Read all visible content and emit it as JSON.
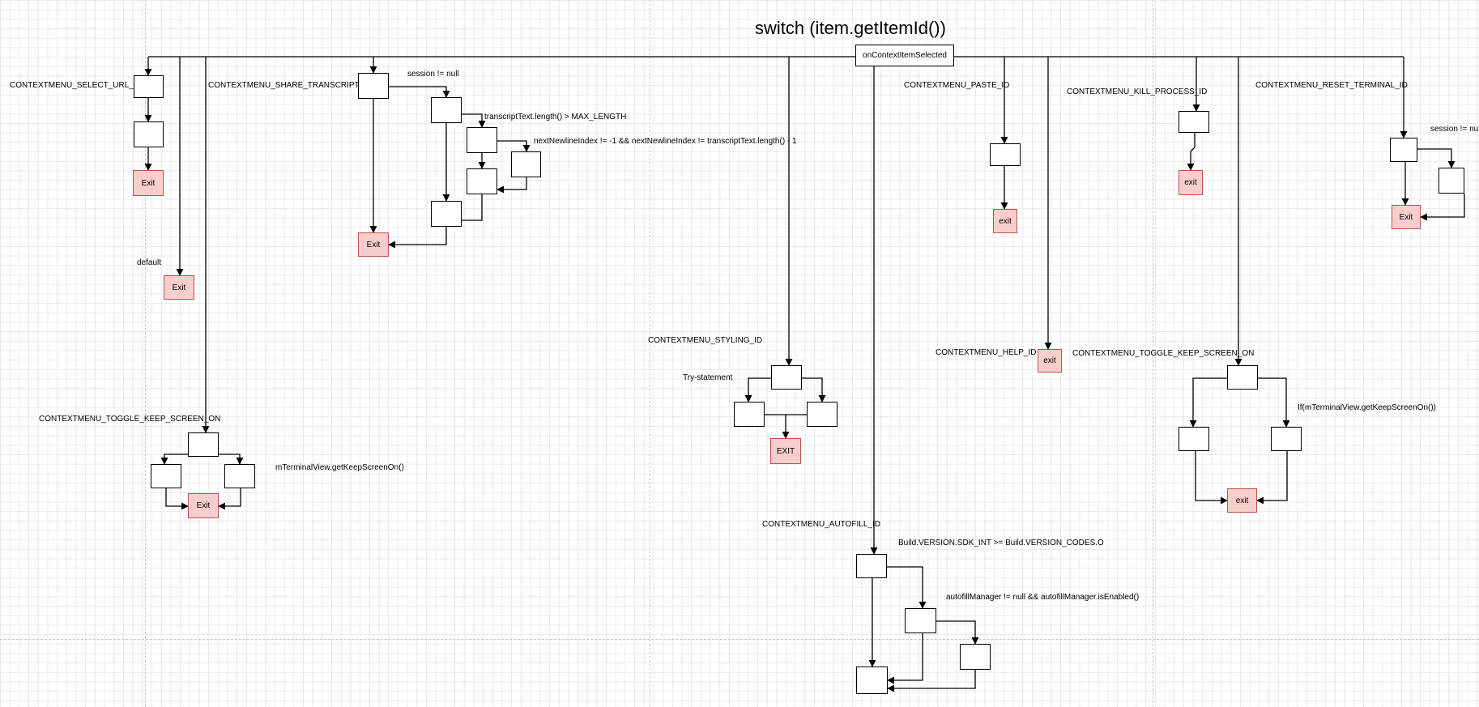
{
  "diagram": {
    "title": "switch (item.getItemId())",
    "root_label": "onContextItemSelected",
    "labels": {
      "select_url": "CONTEXTMENU_SELECT_URL_ID",
      "share_transcript": "CONTEXTMENU_SHARE_TRANSCRIPT_ID",
      "session_not_null_1": "session != null",
      "transcript_length": "transcriptText.length() > MAX_LENGTH",
      "next_newline": "nextNewlineIndex != -1 && nextNewlineIndex != transcriptText.length() - 1",
      "default": "default",
      "toggle_keep_screen_left": "CONTEXTMENU_TOGGLE_KEEP_SCREEN_ON",
      "get_keep_screen_on_left": "mTerminalView.getKeepScreenOn()",
      "styling": "CONTEXTMENU_STYLING_ID",
      "try_statement": "Try-statement",
      "autofill": "CONTEXTMENU_AUTOFILL_ID",
      "sdk_int": "Build.VERSION.SDK_INT >= Build.VERSION_CODES.O",
      "autofill_manager": "autofillManager != null && autofillManager.isEnabled()",
      "paste": "CONTEXTMENU_PASTE_ID",
      "kill_process": "CONTEXTMENU_KILL_PROCESS_ID",
      "reset_terminal": "CONTEXTMENU_RESET_TERMINAL_ID",
      "session_not_null_2": "session != null",
      "help": "CONTEXTMENU_HELP_ID",
      "toggle_keep_screen_right": "CONTEXTMENU_TOGGLE_KEEP_SCREEN_ON",
      "if_get_keep_screen_on": "If(mTerminalView.getKeepScreenOn())"
    },
    "exits": {
      "select_url": "Exit",
      "default": "Exit",
      "share_transcript": "Exit",
      "toggle_keep_screen_left": "Exit",
      "styling": "EXIT",
      "paste": "exit",
      "kill_process": "exit",
      "reset_terminal": "Exit",
      "help": "exit",
      "toggle_keep_screen_right": "exit"
    },
    "colors": {
      "exit_fill": "#f8cecc",
      "exit_stroke": "#b85450",
      "line": "#000000",
      "grid": "#e9e9e9"
    }
  }
}
